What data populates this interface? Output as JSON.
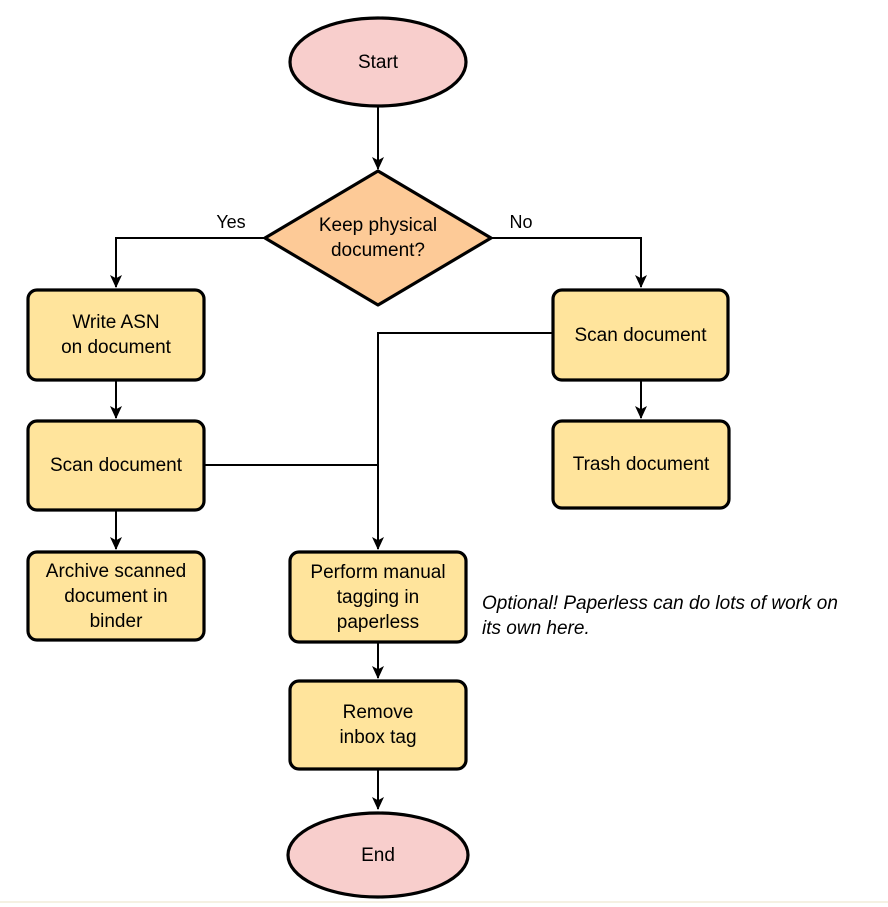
{
  "colors": {
    "terminator_fill": "#F8CECC",
    "decision_fill": "#FDCA97",
    "process_fill": "#FFE49C",
    "stroke": "#000000",
    "background": "#FFFFFF",
    "canvas_edge_line": "#F5F1E3"
  },
  "nodes": {
    "start": {
      "label": "Start"
    },
    "decision": {
      "label": "Keep physical\ndocument?"
    },
    "write_asn": {
      "label": "Write ASN\non document"
    },
    "scan_left": {
      "label": "Scan document"
    },
    "archive": {
      "label": "Archive scanned\ndocument in\nbinder"
    },
    "scan_right": {
      "label": "Scan document"
    },
    "trash": {
      "label": "Trash document"
    },
    "perform_tagging": {
      "label": "Perform manual\ntagging in\npaperless"
    },
    "remove_inbox": {
      "label": "Remove\ninbox tag"
    },
    "end": {
      "label": "End"
    }
  },
  "edge_labels": {
    "yes": "Yes",
    "no": "No"
  },
  "annotation": {
    "text": "Optional! Paperless can do lots of work on\nits own here."
  }
}
